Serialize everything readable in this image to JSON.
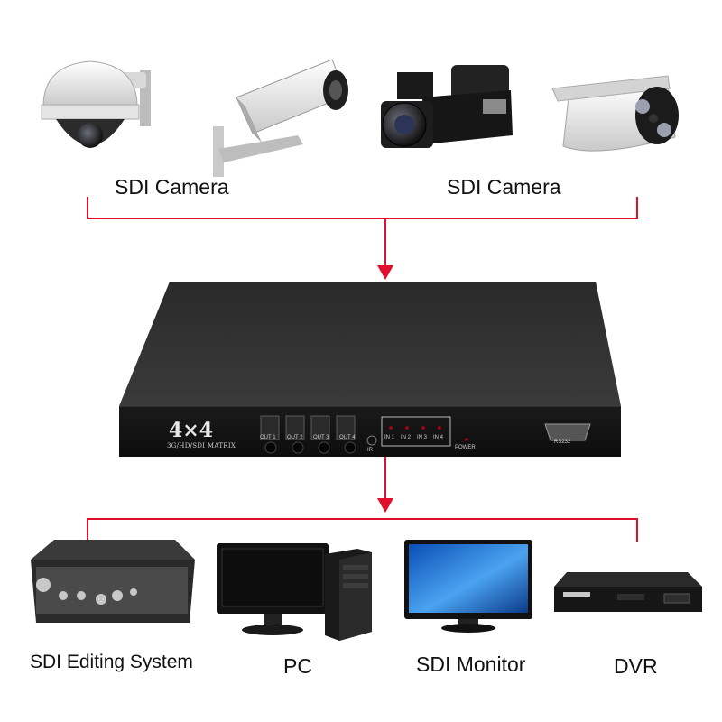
{
  "inputs": {
    "left_label": "SDI Camera",
    "right_label": "SDI Camera",
    "devices": [
      "dome-camera",
      "box-camera",
      "camcorder",
      "bullet-camera"
    ]
  },
  "matrix": {
    "model": "4×4",
    "subtitle": "3G/HD/SDI MATRIX",
    "outputs": [
      "OUT 1",
      "OUT 2",
      "OUT 3",
      "OUT 4"
    ],
    "ir_label": "IR",
    "inputs": [
      "IN 1",
      "IN 2",
      "IN 3",
      "IN 4"
    ],
    "power_label": "POWER",
    "rs232_label": "RS232"
  },
  "outputs": {
    "labels": [
      "SDI Editing System",
      "PC",
      "SDI Monitor",
      "DVR"
    ]
  },
  "colors": {
    "arrow": "#e0102c",
    "box": "#1c1c1c"
  }
}
